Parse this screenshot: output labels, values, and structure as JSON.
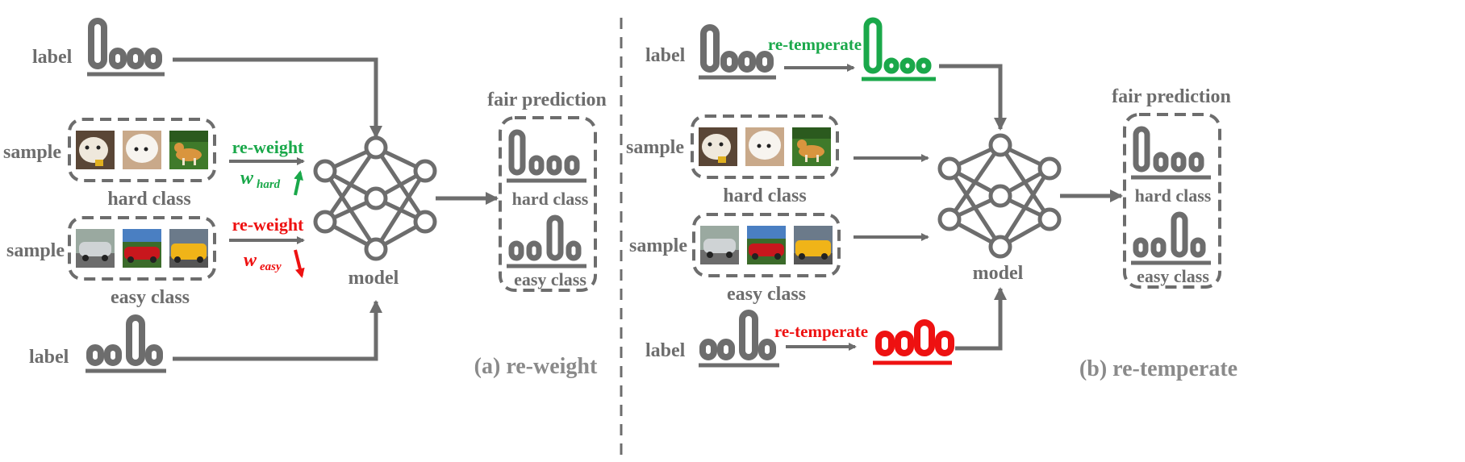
{
  "colors": {
    "gray": "#6d6d6d",
    "green": "#1aa84a",
    "red": "#ee1111",
    "dashed_border": "#6d6d6d"
  },
  "left_panel": {
    "caption": "(a) re-weight",
    "top_label": "label",
    "bottom_label": "label",
    "hard_sample_label": "sample",
    "easy_sample_label": "sample",
    "hard_class_label": "hard class",
    "easy_class_label": "easy class",
    "reweight_hard": "re-weight",
    "reweight_easy": "re-weight",
    "w_hard_base": "w",
    "w_hard_sub": "hard",
    "w_easy_base": "w",
    "w_easy_sub": "easy",
    "model_label": "model",
    "fair_prediction_title": "fair prediction",
    "pred_hard_label": "hard class",
    "pred_easy_label": "easy class"
  },
  "right_panel": {
    "caption": "(b) re-temperate",
    "top_label": "label",
    "bottom_label": "label",
    "hard_sample_label": "sample",
    "easy_sample_label": "sample",
    "hard_class_label": "hard class",
    "easy_class_label": "easy class",
    "retemp_top": "re-temperate",
    "retemp_bottom": "re-temperate",
    "model_label": "model",
    "fair_prediction_title": "fair prediction",
    "pred_hard_label": "hard class",
    "pred_easy_label": "easy class"
  },
  "sample_images": {
    "hard": [
      "dog-puppy-photo",
      "white-dog-photo",
      "corgi-on-grass-photo"
    ],
    "easy": [
      "silver-car-photo",
      "red-vintage-car-photo",
      "yellow-taxi-photo"
    ]
  }
}
